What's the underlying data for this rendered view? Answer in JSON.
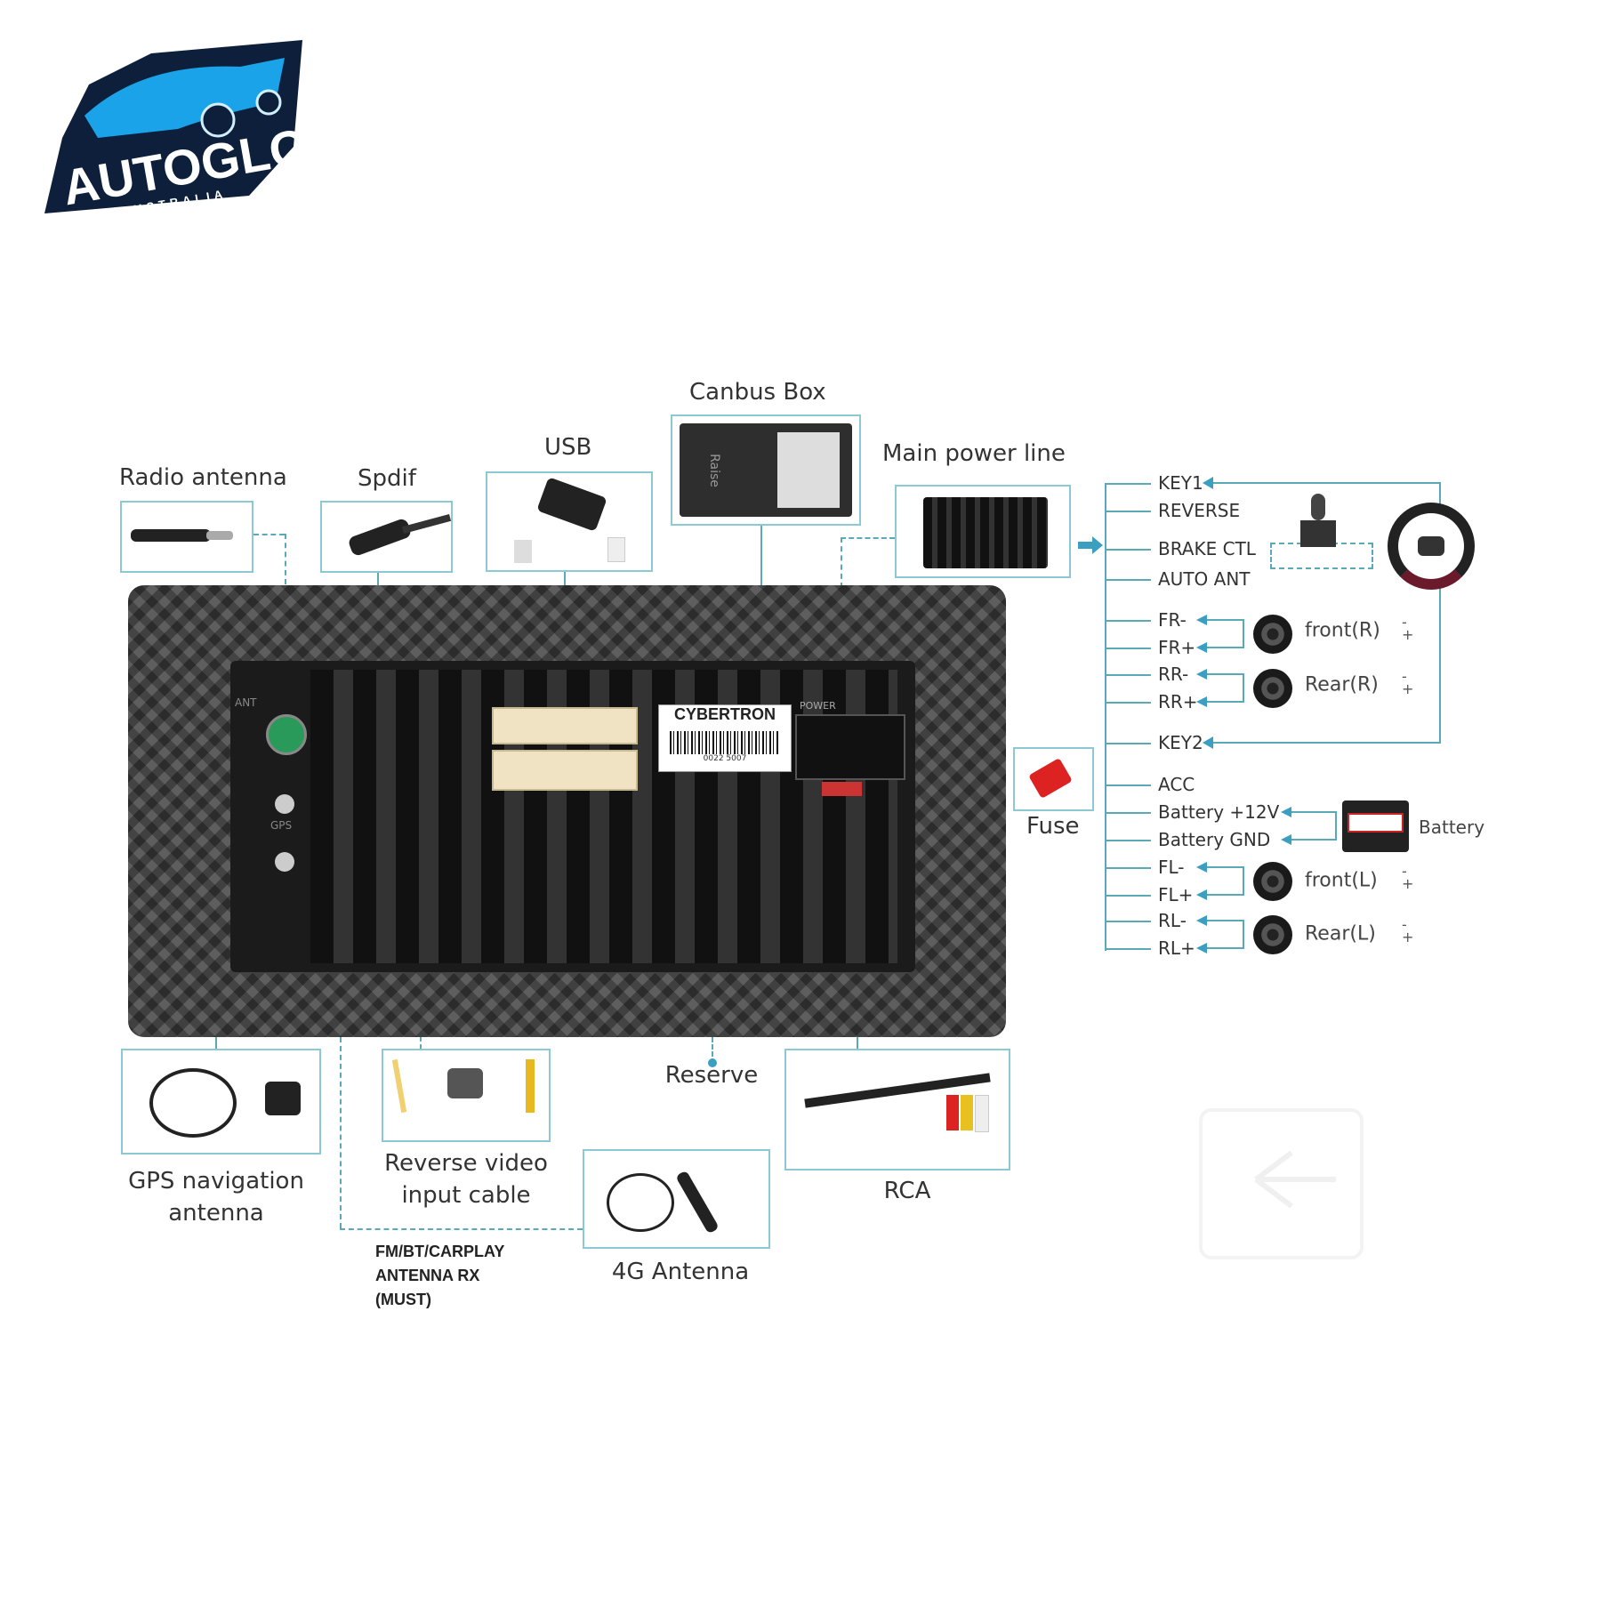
{
  "logo": {
    "brand": "AUTOGLO",
    "sub": "AUSTRALIA"
  },
  "top_components": {
    "radio_antenna": "Radio antenna",
    "spdif": "Spdif",
    "usb": "USB",
    "canbus_box": "Canbus Box",
    "canbus_brand": "Raise",
    "main_power_line": "Main power line"
  },
  "head_unit": {
    "label": "CYBERTRON",
    "power_label": "POWER",
    "ant_label": "ANT",
    "gps_label": "GPS",
    "barcode": "0022 5007"
  },
  "fuse": "Fuse",
  "pins": [
    {
      "label": "KEY1"
    },
    {
      "label": "REVERSE"
    },
    {
      "label": "BRAKE CTL"
    },
    {
      "label": "AUTO ANT"
    },
    {
      "label": "FR-"
    },
    {
      "label": "FR+"
    },
    {
      "label": "RR-"
    },
    {
      "label": "RR+"
    },
    {
      "label": "KEY2"
    },
    {
      "label": "ACC"
    },
    {
      "label": "Battery +12V"
    },
    {
      "label": "Battery GND"
    },
    {
      "label": "FL-"
    },
    {
      "label": "FL+"
    },
    {
      "label": "RL-"
    },
    {
      "label": "RL+"
    }
  ],
  "speakers": [
    "front(R)",
    "Rear(R)",
    "front(L)",
    "Rear(L)"
  ],
  "polarity": {
    "minus": "-",
    "plus": "+"
  },
  "battery": "Battery",
  "bottom_components": {
    "gps": [
      "GPS navigation",
      "antenna"
    ],
    "reverse_video": [
      "Reverse video",
      "input cable"
    ],
    "reserve": "Reserve",
    "rca": "RCA",
    "antenna_4g": "4G Antenna",
    "fm_note": [
      "FM/BT/CARPLAY",
      "ANTENNA RX",
      "(MUST)"
    ]
  },
  "colors": {
    "accent": "#5aa9b8",
    "logo_blue": "#1aa3e8",
    "logo_navy": "#0d1f3a"
  }
}
